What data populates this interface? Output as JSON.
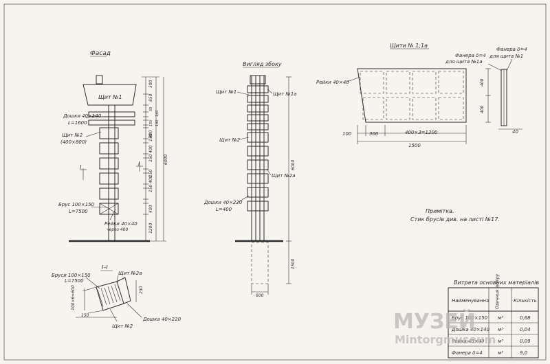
{
  "views": {
    "facade": {
      "title": "Фасад",
      "shield1": "Щит №1",
      "boards_label": "Дошки 40×140",
      "boards_length": "L=1600",
      "shield2": "Щит №2",
      "shield2_size": "(400×800)",
      "beam_label": "Брус 100×150",
      "beam_length": "L=7500",
      "slats_label": "Рейки 40×40",
      "slats_step": "через 400",
      "section_mark": "I",
      "dims": [
        "300",
        "850",
        "50",
        "140",
        "150",
        "140",
        "150",
        "400",
        "150",
        "400",
        "150",
        "400",
        "150",
        "400",
        "150",
        "400",
        "1200",
        "6000"
      ]
    },
    "side": {
      "title": "Вигляд збоку",
      "shield1": "Щит №1",
      "shield1a": "Щит №1а",
      "shield2": "Щит №2",
      "shield2a": "Щит №2а",
      "boards_label": "Дошки 40×220",
      "boards_length": "L=400",
      "dims": [
        "6000",
        "1500",
        "600"
      ]
    },
    "shields": {
      "title": "Щити № 1;1а",
      "slats_label": "Рейки 40×40",
      "plywood1_label": "Фанера δ=4",
      "plywood1_target": "для щита №1а",
      "plywood2_label": "Фанера δ=4",
      "plywood2_target": "для щита №1",
      "dims": [
        "400",
        "400",
        "100",
        "300",
        "400×3=1200",
        "1500",
        "40"
      ]
    },
    "section": {
      "title": "I–I",
      "beams_label": "Бруси 100×150",
      "beams_length": "L=7500",
      "shield2a": "Щит №2а",
      "shield2": "Щит №2",
      "board_label": "Дошка 40×220",
      "dims": [
        "100×6=600",
        "230",
        "150"
      ]
    }
  },
  "note": {
    "title": "Примітка.",
    "text": "Стик брусів див. на листі №17."
  },
  "materials": {
    "title": "Витрата основних матеріалів",
    "headers": [
      "Найменування",
      "Одиниця виміру",
      "Кількість"
    ],
    "rows": [
      {
        "name": "Брус 100×150",
        "unit": "м³",
        "qty": "0,68"
      },
      {
        "name": "Дошка 40×140",
        "unit": "м³",
        "qty": "0,04"
      },
      {
        "name": "Рейка 40×40",
        "unit": "м³",
        "qty": "0,09"
      },
      {
        "name": "Фанера δ=4",
        "unit": "м²",
        "qty": "9,0"
      }
    ]
  },
  "watermark": {
    "line1": "МУЗЕЙ",
    "line2": "Mintorgmuseum"
  }
}
